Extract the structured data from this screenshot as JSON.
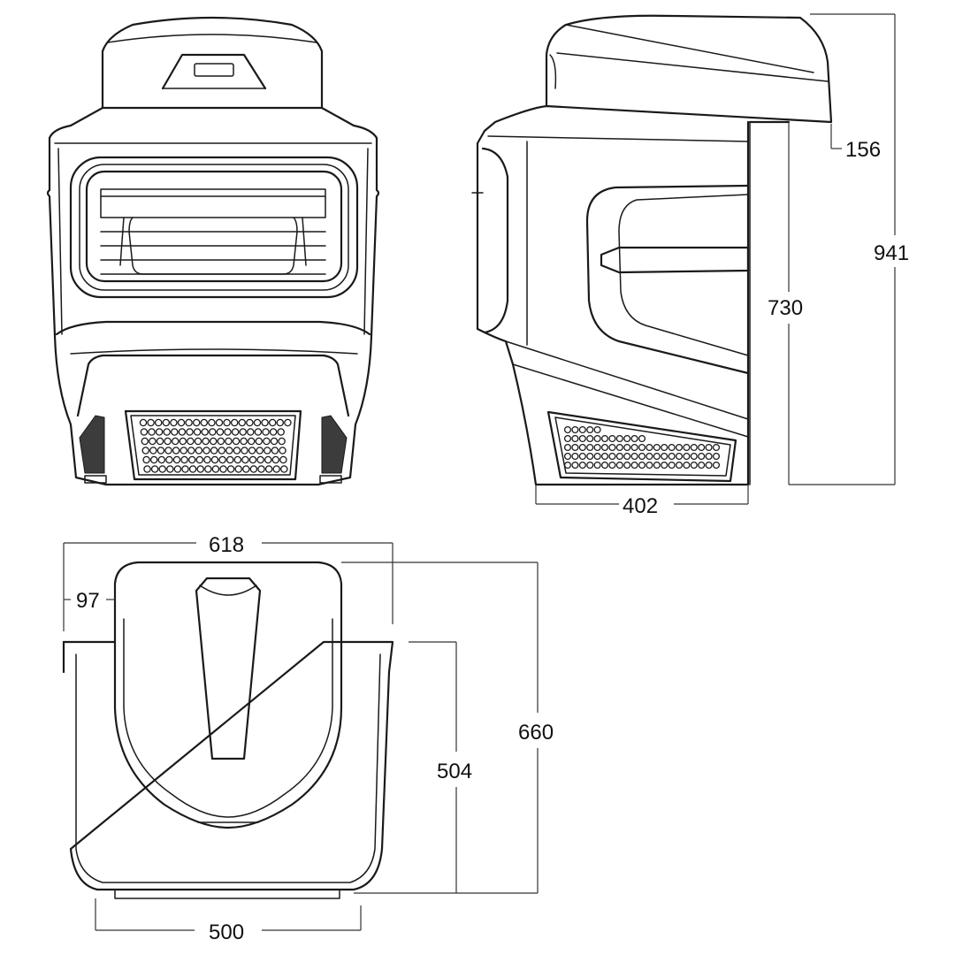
{
  "drawing": {
    "views": {
      "front": {
        "label": ""
      },
      "side": {
        "label": ""
      },
      "top": {
        "label": ""
      }
    },
    "dimensions": {
      "total_height": "941",
      "body_height": "730",
      "top_offset": "156",
      "side_depth": "402",
      "top_width": "618",
      "top_inset": "97",
      "top_depth": "660",
      "base_depth": "504",
      "base_width": "500"
    },
    "colors": {
      "line": "#1a1a1a",
      "background": "#ffffff"
    }
  }
}
